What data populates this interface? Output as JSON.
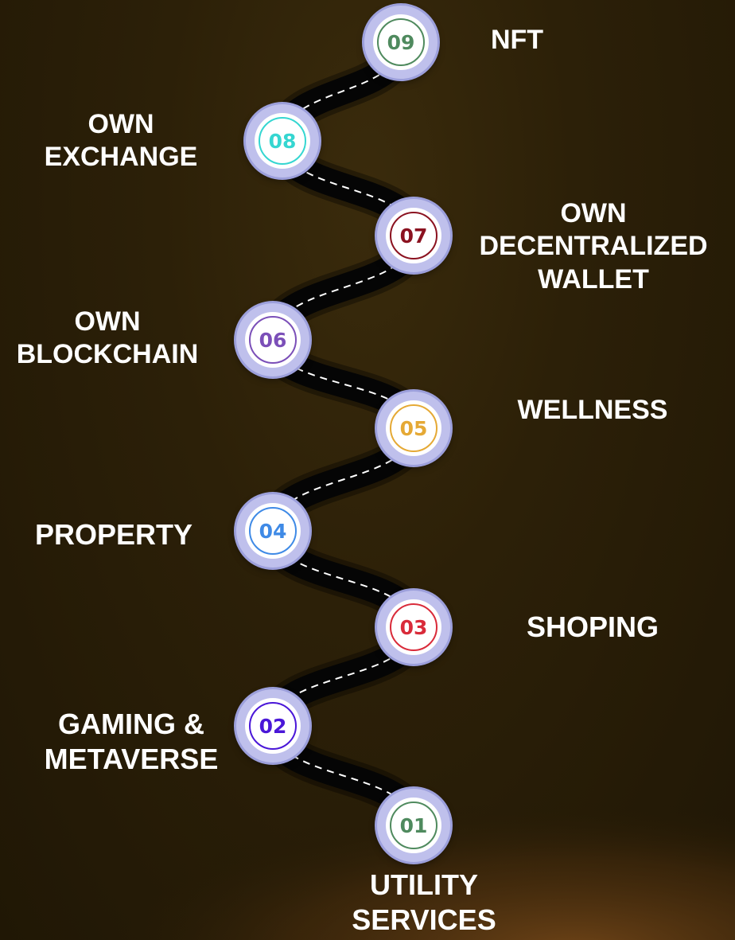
{
  "milestones": [
    {
      "number": "01",
      "label": "UTILITY\nSERVICES",
      "color": "#4f8a5e"
    },
    {
      "number": "02",
      "label": "GAMING &\nMETAVERSE",
      "color": "#4a17d8"
    },
    {
      "number": "03",
      "label": "SHOPING",
      "color": "#d92b3a"
    },
    {
      "number": "04",
      "label": "PROPERTY",
      "color": "#3f8ae6"
    },
    {
      "number": "05",
      "label": "WELLNESS",
      "color": "#e5a935"
    },
    {
      "number": "06",
      "label": "OWN\nBLOCKCHAIN",
      "color": "#7b4fb8"
    },
    {
      "number": "07",
      "label": "OWN\nDECENTRALIZED\nWALLET",
      "color": "#8b1220"
    },
    {
      "number": "08",
      "label": "OWN\nEXCHANGE",
      "color": "#35d6d1"
    },
    {
      "number": "09",
      "label": "NFT",
      "color": "#4f8a5e"
    }
  ]
}
